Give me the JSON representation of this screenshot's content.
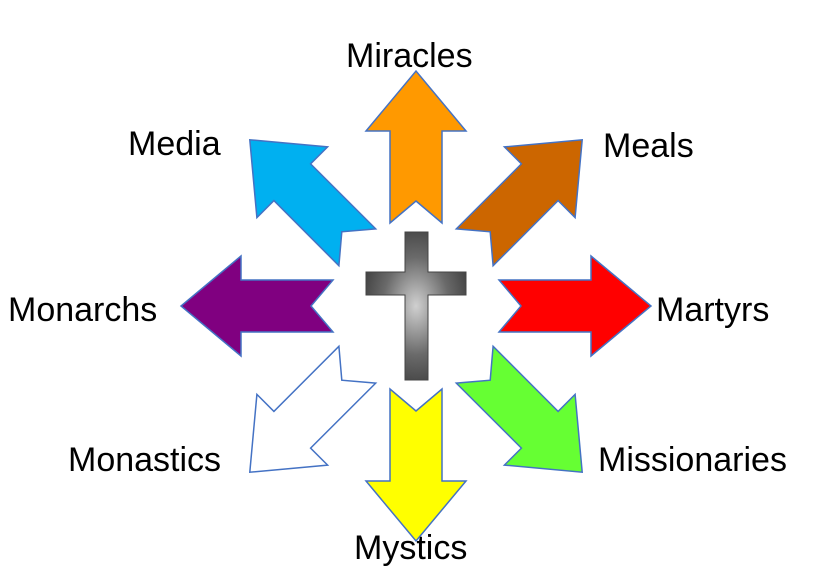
{
  "center_symbol": "cross-icon",
  "arrows": [
    {
      "key": "miracles",
      "label": "Miracles",
      "color": "#FF9900",
      "direction": "up"
    },
    {
      "key": "meals",
      "label": "Meals",
      "color": "#CC6600",
      "direction": "up-right"
    },
    {
      "key": "martyrs",
      "label": "Martyrs",
      "color": "#FF0000",
      "direction": "right"
    },
    {
      "key": "missionaries",
      "label": "Missionaries",
      "color": "#66FF33",
      "direction": "down-right"
    },
    {
      "key": "mystics",
      "label": "Mystics",
      "color": "#FFFF00",
      "direction": "down"
    },
    {
      "key": "monastics",
      "label": "Monastics",
      "color": "#FFFFFF",
      "direction": "down-left"
    },
    {
      "key": "monarchs",
      "label": "Monarchs",
      "color": "#800080",
      "direction": "left"
    },
    {
      "key": "media",
      "label": "Media",
      "color": "#00B0F0",
      "direction": "up-left"
    }
  ],
  "outline_color": "#4472C4"
}
